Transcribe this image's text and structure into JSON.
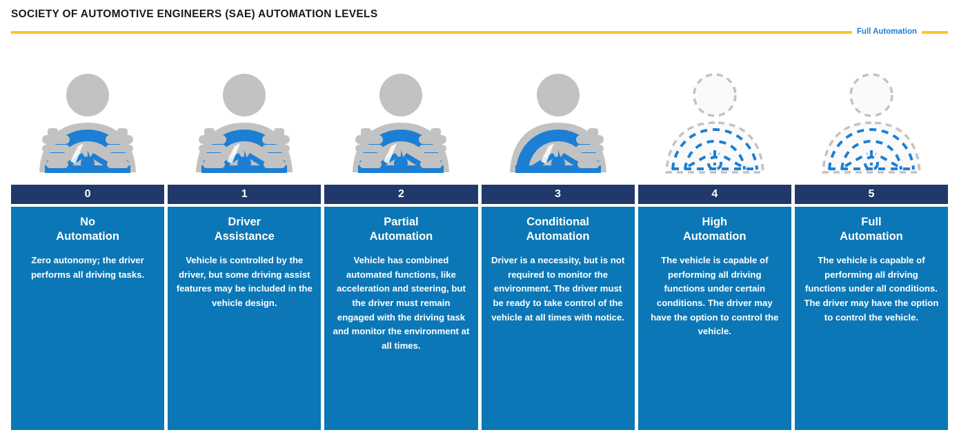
{
  "header": {
    "title": "SOCIETY OF AUTOMOTIVE ENGINEERS (SAE) AUTOMATION LEVELS",
    "rule_label": "Full Automation",
    "rule_color": "#FFC425",
    "rule_label_color": "#1C7FD4"
  },
  "palette": {
    "navy": "#21386B",
    "blue": "#0C77B6",
    "icon_gray": "#C2C2C2",
    "icon_blue": "#1C7FD4",
    "yellow": "#FFC425",
    "white": "#FFFFFF"
  },
  "levels": [
    {
      "number": "0",
      "title": "No\nAutomation",
      "description": "Zero autonomy; the driver performs all driving tasks.",
      "icon": "driver-both-hands-icon"
    },
    {
      "number": "1",
      "title": "Driver\nAssistance",
      "description": "Vehicle is controlled by the driver, but some driving assist features may be included in the vehicle design.",
      "icon": "driver-both-hands-icon"
    },
    {
      "number": "2",
      "title": "Partial\nAutomation",
      "description": "Vehicle has combined automated functions, like acceleration and steering, but the driver must remain engaged with the driving task and monitor the environment at all times.",
      "icon": "driver-both-hands-icon"
    },
    {
      "number": "3",
      "title": "Conditional\nAutomation",
      "description": "Driver is a necessity, but is not required to monitor the environment. The driver must be ready to take control of the vehicle at all times with notice.",
      "icon": "driver-one-hand-icon"
    },
    {
      "number": "4",
      "title": "High\nAutomation",
      "description": "The vehicle is capable of performing all driving functions under certain conditions. The driver may have the option to control the vehicle.",
      "icon": "driver-dashed-icon"
    },
    {
      "number": "5",
      "title": "Full\nAutomation",
      "description": "The vehicle is capable of performing all driving functions under all conditions. The driver may have the option to control the vehicle.",
      "icon": "driver-dashed-icon"
    }
  ]
}
